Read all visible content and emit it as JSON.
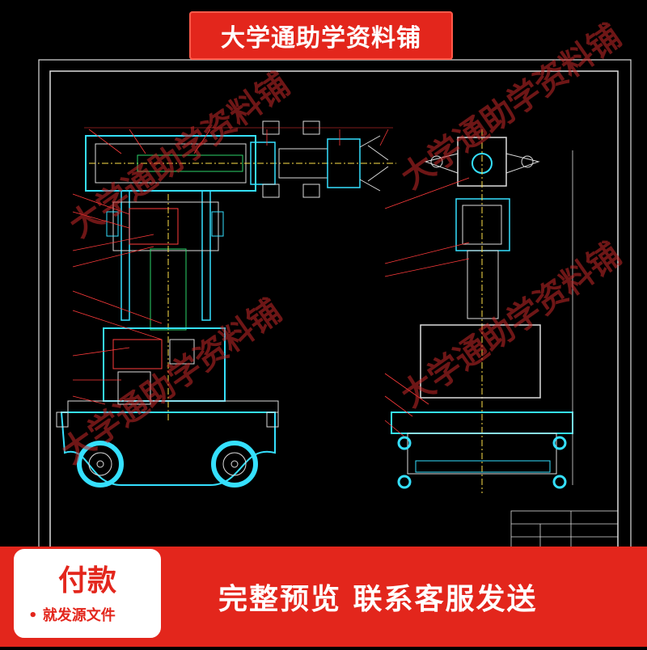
{
  "banner": {
    "title": "大学通助学资料铺"
  },
  "watermarks": [
    "大学通助学资料铺",
    "大学通助学资料铺",
    "大学通助学资料铺",
    "大学通助学资料铺"
  ],
  "footer": {
    "pay_title": "付款",
    "pay_sub": "• 就发源文件",
    "message": "完整预览  联系客服发送"
  },
  "colors": {
    "accent": "#e3261c",
    "line_cyan": "#35e0ff",
    "line_green": "#2bd36a",
    "line_red": "#ff3b3b",
    "line_yellow": "#ffe24a"
  }
}
